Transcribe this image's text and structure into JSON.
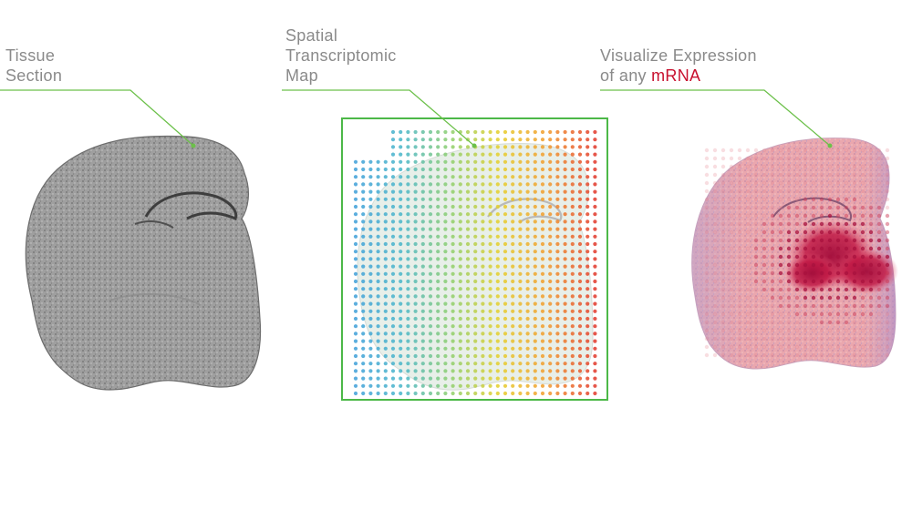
{
  "labels": {
    "tissue": {
      "line1": "Tissue",
      "line2": "Section"
    },
    "map": {
      "line1": "Spatial",
      "line2": "Transcriptomic",
      "line3": "Map"
    },
    "expression": {
      "line1": "Visualize Expression",
      "line2_prefix": "of any ",
      "line2_accent": "mRNA"
    }
  },
  "colors": {
    "text": "#8a8a8a",
    "accent": "#c8102e",
    "leader_line": "#6cc04a",
    "frame": "#4cb848",
    "tissue_gray": "#9a9a9a",
    "expression_base": "#e9a3a8",
    "expression_hot": "#b0103a",
    "expression_purple": "#b9a3d0"
  },
  "panels": {
    "tissue": {
      "name": "tissue-section-image"
    },
    "map": {
      "name": "spatial-transcriptomic-map",
      "gradient_colors": [
        "#3fa0d8",
        "#48b6c8",
        "#8fcf6a",
        "#e6cf2a",
        "#f29a2c",
        "#e23a2c"
      ]
    },
    "expression": {
      "name": "expression-visualization"
    }
  }
}
